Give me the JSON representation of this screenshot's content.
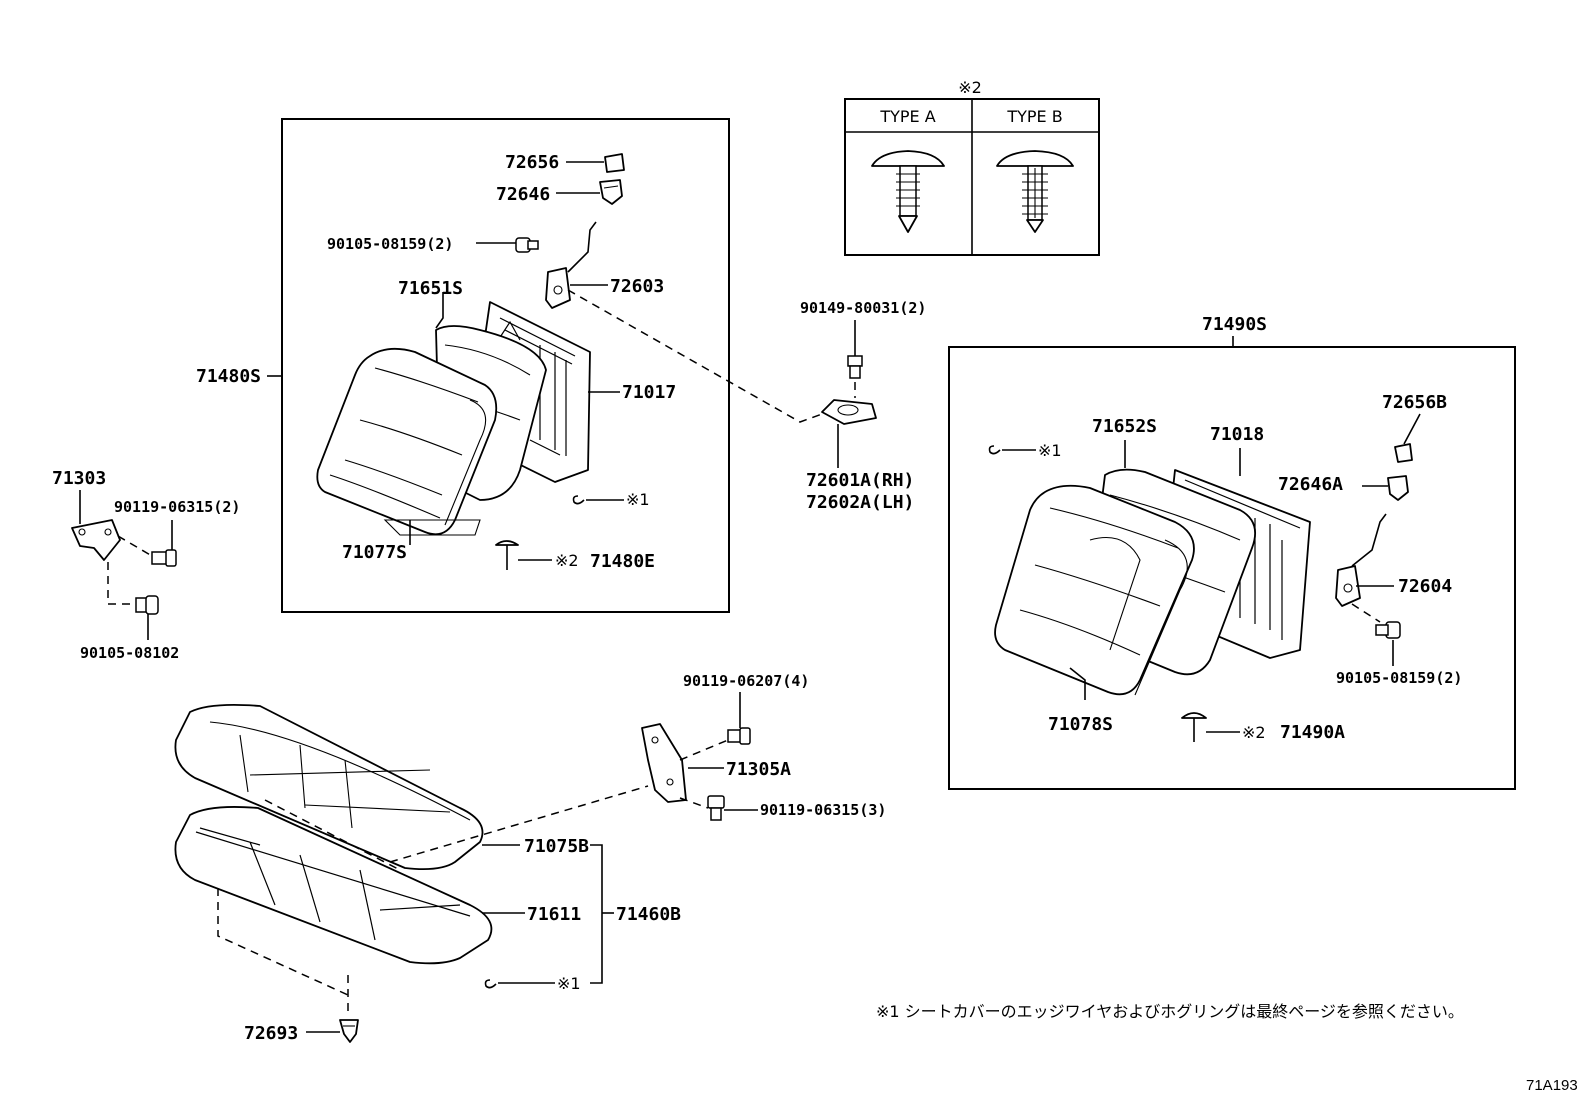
{
  "type_box": {
    "mark": "※2",
    "type_a": "TYPE A",
    "type_b": "TYPE B"
  },
  "labels": {
    "p72656": "72656",
    "p72646": "72646",
    "p90105_08159_left": "90105-08159(2)",
    "p72603": "72603",
    "p71651s": "71651S",
    "p71480s": "71480S",
    "p71017": "71017",
    "p71077s": "71077S",
    "mark1_left": "※1",
    "p71480e_mark": "※2",
    "p71480e": "71480E",
    "p71303": "71303",
    "p90119_06315_2": "90119-06315(2)",
    "p90105_08102": "90105-08102",
    "p90149_80031": "90149-80031(2)",
    "p72601a": "72601A(RH)",
    "p72602a": "72602A(LH)",
    "p71490s": "71490S",
    "mark1_right": "※1",
    "p71652s": "71652S",
    "p71018": "71018",
    "p72656b": "72656B",
    "p72646a": "72646A",
    "p72604": "72604",
    "p90105_08159_right": "90105-08159(2)",
    "p71078s": "71078S",
    "p71490a_mark": "※2",
    "p71490a": "71490A",
    "p90119_06207": "90119-06207(4)",
    "p71305a": "71305A",
    "p90119_06315_3": "90119-06315(3)",
    "p71075b": "71075B",
    "p71611": "71611",
    "p71460b": "71460B",
    "mark1_bottom": "※1",
    "p72693": "72693"
  },
  "footnote": "※1  シートカバーのエッジワイヤおよびホグリングは最終ページを参照ください。",
  "diagram_code": "71A193"
}
